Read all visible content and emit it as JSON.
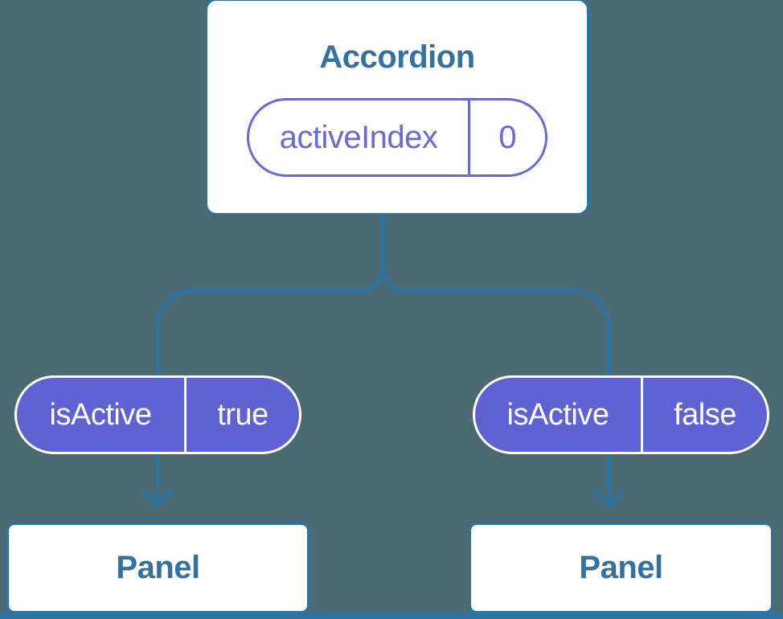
{
  "colors": {
    "background": "#4b6971",
    "line": "#2d73a2",
    "node_text": "#35719e",
    "card_bg": "#ffffff",
    "state_purple": "#666bd8",
    "prop_fill": "#5e62d2",
    "prop_text": "#ffffff"
  },
  "tree": {
    "root": {
      "title": "Accordion",
      "state": {
        "name": "activeIndex",
        "value": "0"
      }
    },
    "children": [
      {
        "prop": {
          "name": "isActive",
          "value": "true"
        },
        "node": {
          "title": "Panel"
        }
      },
      {
        "prop": {
          "name": "isActive",
          "value": "false"
        },
        "node": {
          "title": "Panel"
        }
      }
    ]
  }
}
